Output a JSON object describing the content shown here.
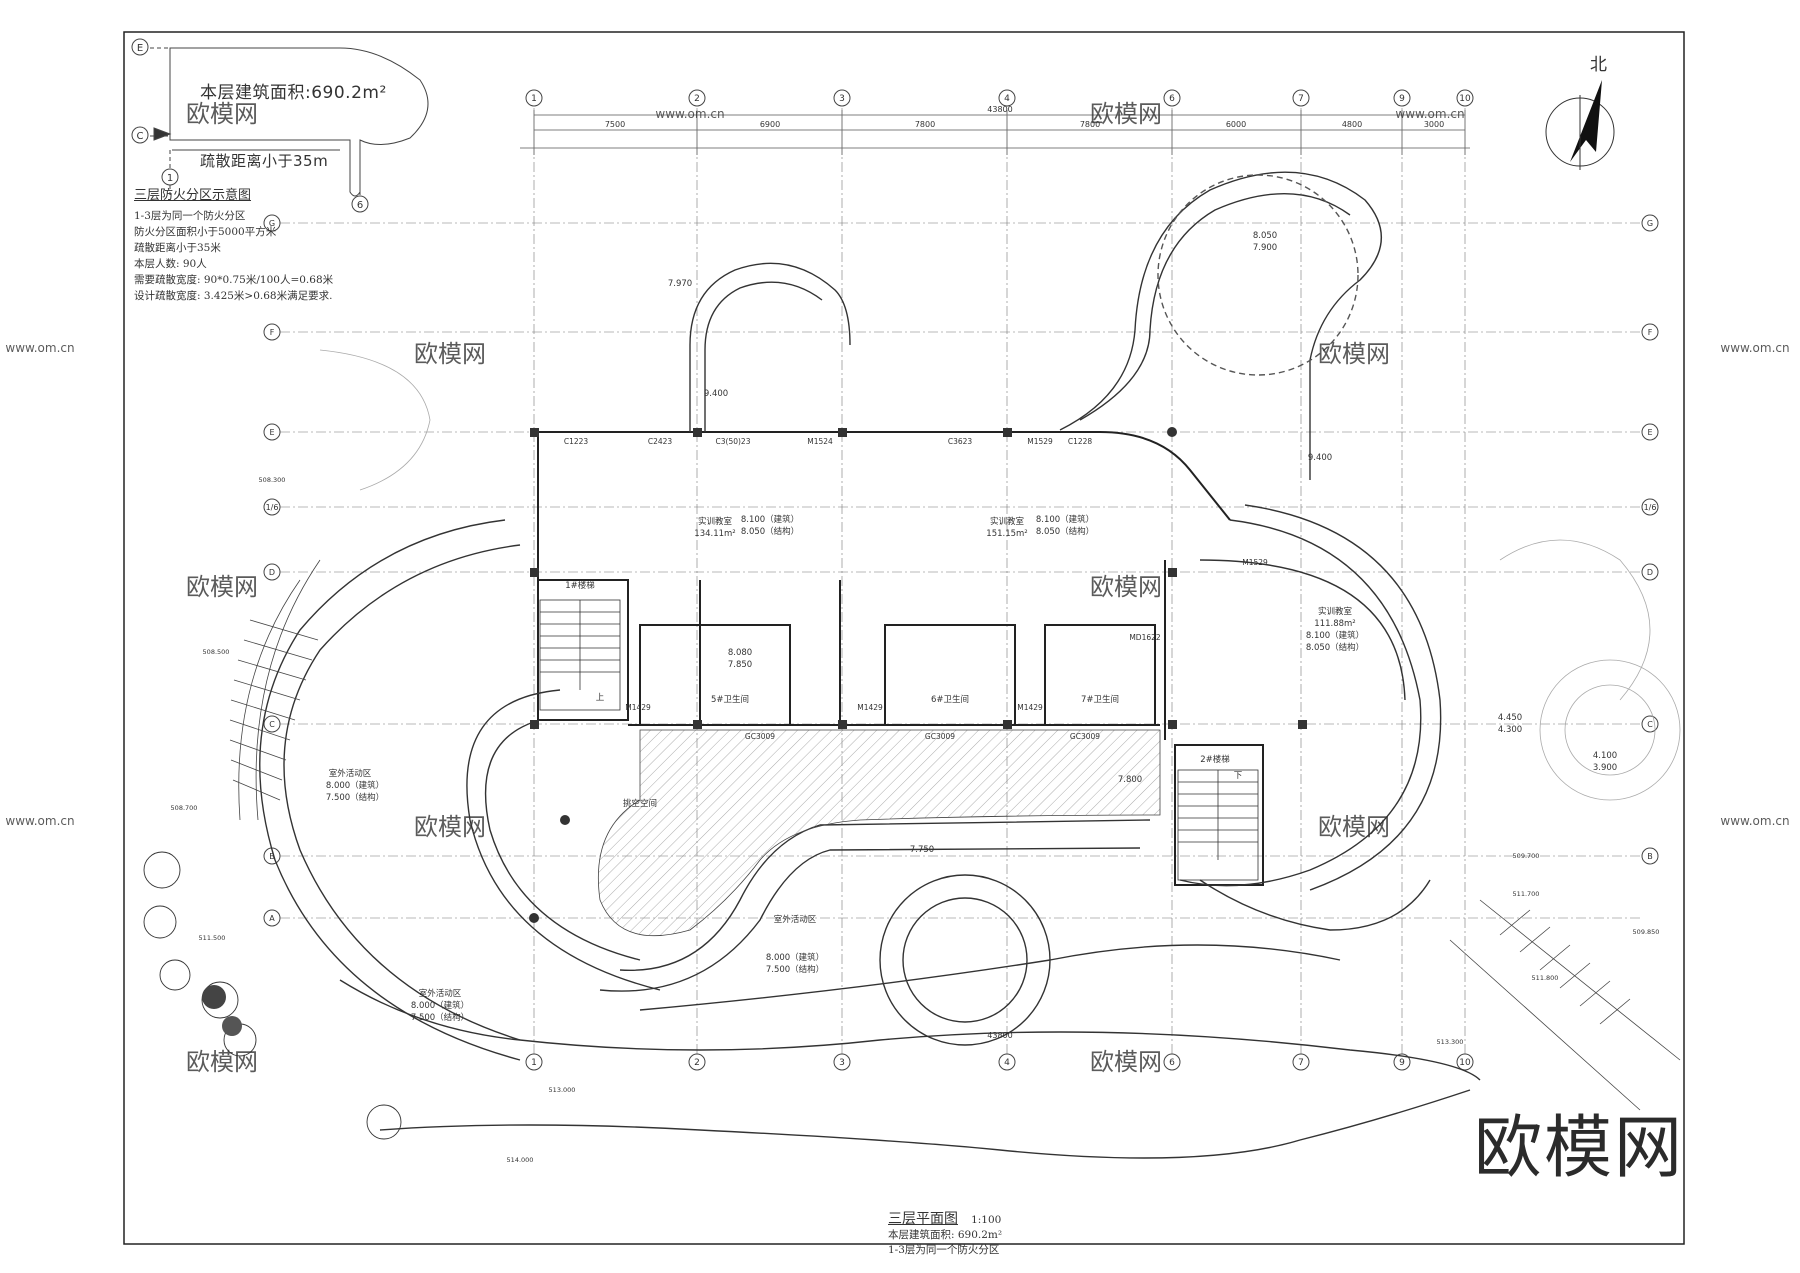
{
  "inset": {
    "area_label": "本层建筑面积:690.2m²",
    "evac_label": "疏散距离小于35m",
    "axes": [
      "E",
      "C",
      "1",
      "6"
    ]
  },
  "fire_zone": {
    "title": "三层防火分区示意图",
    "lines": [
      "1-3层为同一个防火分区",
      "防火分区面积小于5000平方米",
      "疏散距离小于35米",
      "本层人数: 90人",
      "需要疏散宽度: 90*0.75米/100人=0.68米",
      "设计疏散宽度: 3.425米>0.68米满足要求."
    ]
  },
  "plan": {
    "title": "三层平面图",
    "scale": "1:100",
    "notes": [
      "本层建筑面积: 690.2m²",
      "1-3层为同一个防火分区"
    ],
    "north": "北",
    "col_axes": [
      "1",
      "2",
      "3",
      "4",
      "6",
      "7",
      "9",
      "10"
    ],
    "row_axes": [
      "G",
      "F",
      "E",
      "1/6",
      "D",
      "C",
      "B",
      "A"
    ],
    "top_dims": [
      "7500",
      "6900",
      "7800",
      "7800",
      "6000",
      "4800",
      "3000"
    ],
    "overall_dim": "43800",
    "rooms": [
      {
        "name": "实训教室",
        "area": "134.11m²",
        "lv1": "8.100（建筑）",
        "lv2": "8.050（结构）"
      },
      {
        "name": "实训教室",
        "area": "151.15m²",
        "lv1": "8.100（建筑）",
        "lv2": "8.050（结构）"
      },
      {
        "name": "实训教室",
        "area": "111.88m²",
        "lv1": "8.100（建筑）",
        "lv2": "8.050（结构）"
      },
      {
        "name": "室外活动区",
        "lv1": "8.000（建筑）",
        "lv2": "7.500（结构）"
      },
      {
        "name": "室外活动区",
        "lv1": "8.000（建筑）",
        "lv2": "7.500（结构）"
      },
      {
        "name": "室外活动区",
        "lv1": "8.000（建筑）",
        "lv2": "7.500（结构）"
      }
    ],
    "toilets": [
      "5#卫生间",
      "6#卫生间",
      "7#卫生间"
    ],
    "stairs": [
      "1#楼梯",
      "2#楼梯"
    ],
    "misc_labels": [
      "挑空空间",
      "上",
      "下",
      "8.080",
      "7.850",
      "7.800",
      "7.750",
      "8.050",
      "7.900",
      "9.400",
      "9.400",
      "7.970",
      "4.450",
      "4.300",
      "4.100",
      "3.900"
    ],
    "doors": [
      "C1223",
      "C2423",
      "C3(50)23",
      "M1524",
      "C3623",
      "M1529",
      "C1228",
      "M1529",
      "M1429",
      "M1429",
      "M1429",
      "MD1622",
      "GC3009",
      "GC3009",
      "GC3009"
    ],
    "grades": [
      "508.300",
      "508.500",
      "508.700",
      "511.500",
      "509.700",
      "511.700",
      "509.850",
      "513.000",
      "514.000",
      "513.300",
      "511.800"
    ]
  },
  "watermark": {
    "brand": "欧模网",
    "url": "www.om.cn"
  }
}
